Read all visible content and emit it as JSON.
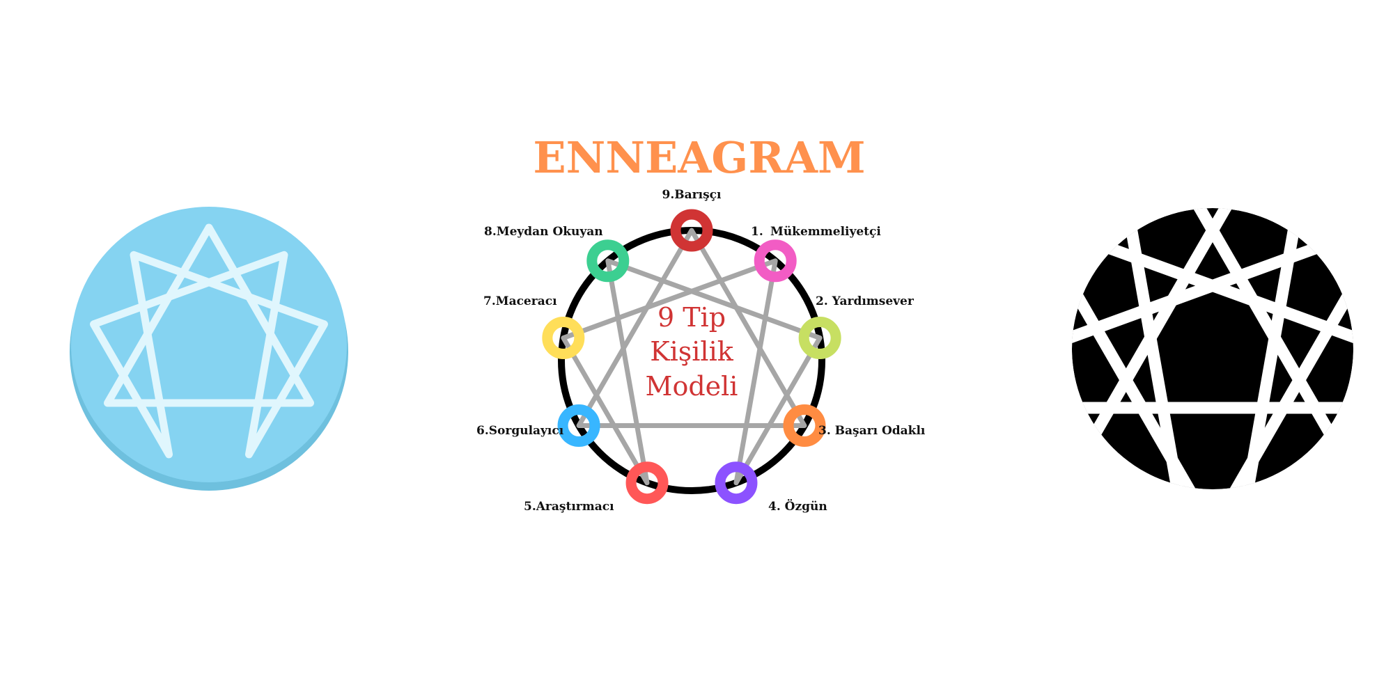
{
  "title": "ENNEAGRAM",
  "center_text": [
    "9 Tip",
    "Kişilik",
    "Modeli"
  ],
  "types": [
    {
      "number": 1,
      "label": "Mükemmeliyetçi",
      "color": "#f25cc4"
    },
    {
      "number": 2,
      "label": "2. Yardımsever",
      "color": "#c7df62"
    },
    {
      "number": 3,
      "label": "3. Başarı Odaklı",
      "color": "#ff8c42"
    },
    {
      "number": 4,
      "label": "4. Özgün",
      "color": "#8c52ff"
    },
    {
      "number": 5,
      "label": "5.Araştırmacı",
      "color": "#ff5757"
    },
    {
      "number": 6,
      "label": "6.Sorgulayıcı",
      "color": "#38b6ff"
    },
    {
      "number": 7,
      "label": "7.Maceracı",
      "color": "#ffde59"
    },
    {
      "number": 8,
      "label": "8.Meydan Okuyan",
      "color": "#3ccf91"
    },
    {
      "number": 9,
      "label": "9.Barışçı",
      "color": "#d03434"
    }
  ],
  "type1_prefix": "1.",
  "colors": {
    "title": "#ff914d",
    "center_text": "#d03434",
    "ring": "#000000",
    "lines": "#a6a6a6",
    "left_icon_bg": "#85d3f1",
    "left_icon_rim": "#6ec0de",
    "left_icon_lines": "#e0f6fd",
    "right_icon": "#000000"
  },
  "icons": {
    "left": "enneagram-light-blue-icon",
    "right": "enneagram-black-icon"
  }
}
